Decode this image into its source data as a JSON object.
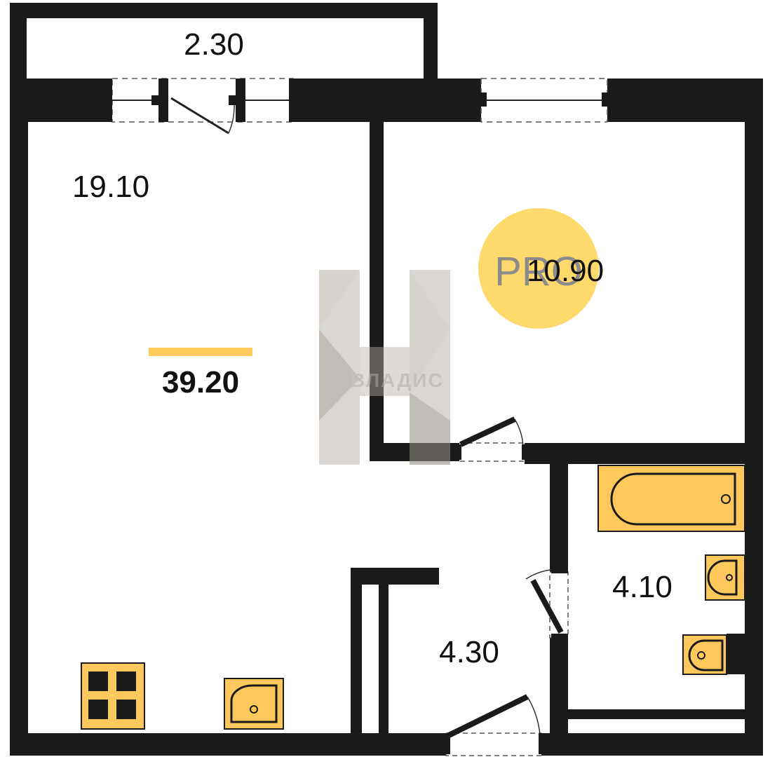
{
  "plan": {
    "total_area": "39.20",
    "rooms": {
      "balcony": "2.30",
      "living_kitchen": "19.10",
      "bedroom": "10.90",
      "bathroom": "4.10",
      "hallway": "4.30"
    }
  },
  "badge": {
    "text": "PRO"
  },
  "watermark": {
    "text": "ВЛАДИС"
  },
  "colors": {
    "wall": "#1a1a1a",
    "fixture": "#ffc85c",
    "accent": "#ffcb5b",
    "badge": "#ffd96b"
  }
}
